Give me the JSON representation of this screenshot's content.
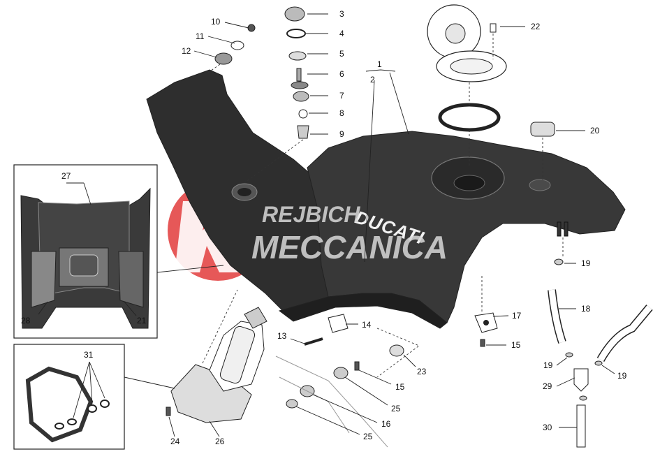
{
  "watermark": {
    "line1": "REJBICH",
    "line2": "MECCANICA",
    "logo_color": "#e23b3b",
    "text_color": "#d8d8d8"
  },
  "tank": {
    "brand": "DUCATI",
    "body_color": "#333333"
  },
  "callouts": {
    "c1": "1",
    "c2": "2",
    "c3": "3",
    "c4": "4",
    "c5": "5",
    "c6": "6",
    "c7": "7",
    "c8": "8",
    "c9": "9",
    "c10": "10",
    "c11": "11",
    "c12": "12",
    "c13": "13",
    "c14": "14",
    "c15a": "15",
    "c15b": "15",
    "c16": "16",
    "c17": "17",
    "c18": "18",
    "c19a": "19",
    "c19b": "19",
    "c19c": "19",
    "c20": "20",
    "c21": "21",
    "c22": "22",
    "c23": "23",
    "c24": "24",
    "c25a": "25",
    "c25b": "25",
    "c26": "26",
    "c27": "27",
    "c28": "28",
    "c29": "29",
    "c30": "30",
    "c31": "31"
  }
}
